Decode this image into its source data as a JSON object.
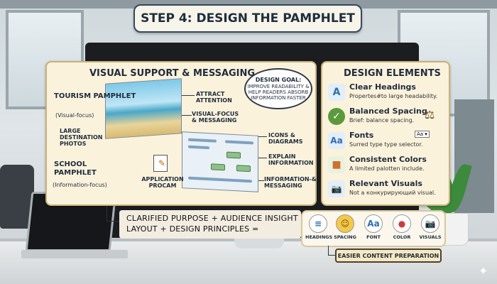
{
  "title": "STEP 4: DESIGN THE PAMPHLET",
  "left_panel": {
    "heading": "VISUAL SUPPORT & MESSAGING",
    "goal_title": "DESIGN GOAL:",
    "goal_text": "IMPROVE READABILITY & HELP READERS ABSORB INFORMATION FASTER",
    "tourism_title": "TOURISM PAMPHLET",
    "tourism_sub": "(Visual-focus)",
    "large_photos": "LARGE DESTINATION PHOTOS",
    "school_title": "SCHOOL PAMPHLET",
    "school_sub": "(Information-focus)",
    "application": "APPLICATION PROCAM",
    "attract": "ATTRACT ATTENTION",
    "visual_focus": "VISUAL-FOCUS & MESSAGING",
    "icons_diagrams": "ICONS & DIAGRAMS",
    "explain": "EXPLAIN INFORMATION",
    "info_messaging": "INFORMATION-& MESSAGING"
  },
  "right_panel": {
    "heading": "DESIGN ELEMENTS",
    "items": [
      {
        "title": "Clear Headings",
        "sub": "Propertes#to large headability.",
        "icon": "A",
        "color": "#2e6fb0"
      },
      {
        "title": "Balanced Spacing",
        "sub": "Brief: balance spacing.",
        "icon": "✓",
        "color": "#5a9a3c"
      },
      {
        "title": "Fonts",
        "sub": "Surred type type selector.",
        "icon": "Aa",
        "color": "#2e6fb0"
      },
      {
        "title": "Consistent Colors",
        "sub": "A limited palotten include.",
        "icon": "■",
        "color": "#d0702a"
      },
      {
        "title": "Relevant Visuals",
        "sub": "Not a конкурирующий visual.",
        "icon": "📷",
        "color": "#2e6fb0"
      }
    ],
    "font_chip": "Aa ▾"
  },
  "formula": {
    "line1": "CLARIFIED PURPOSE + AUDIENCE INSIGHT +",
    "line2": "LAYOUT + DESIGN PRINCIPLES ="
  },
  "mini_elements": [
    {
      "label": "HEADINGS",
      "glyph": "≡",
      "bg": "#ffffff"
    },
    {
      "label": "SPACING",
      "glyph": "☺",
      "bg": "#f4c94a"
    },
    {
      "label": "FONT",
      "glyph": "Aa",
      "bg": "#ffffff"
    },
    {
      "label": "COLOR",
      "glyph": "●",
      "bg": "#ffffff"
    },
    {
      "label": "VISUALS",
      "glyph": "📷",
      "bg": "#ffffff"
    }
  ],
  "result": "EASIER CONTENT PREPARATION"
}
